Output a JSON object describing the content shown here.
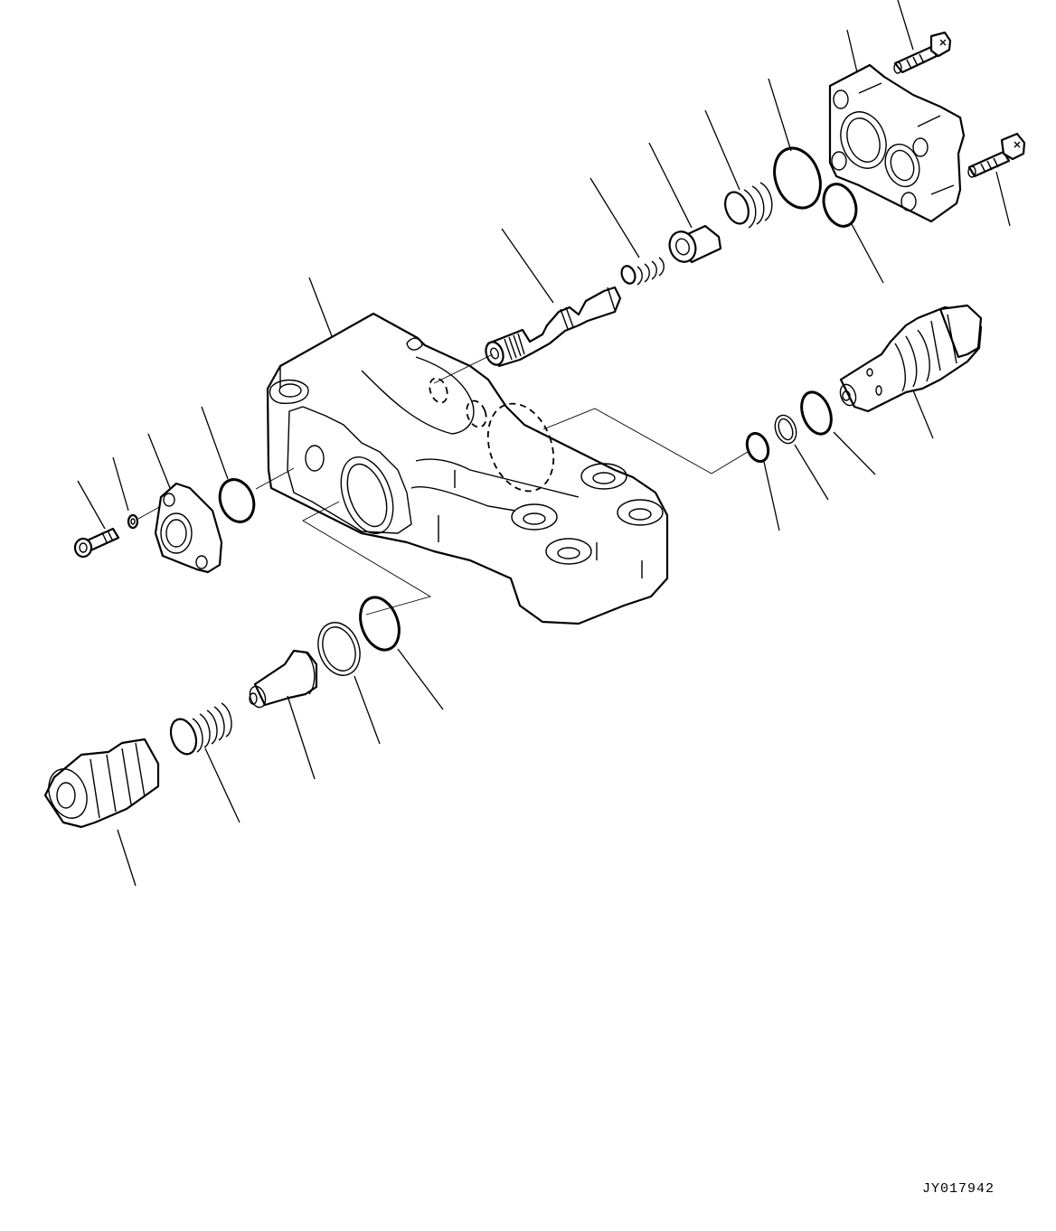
{
  "diagram": {
    "type": "exploded-parts-view",
    "subject": "valve body assembly",
    "drawing_id": "JY017942",
    "colors": {
      "line": "#000000",
      "background": "#ffffff"
    },
    "parts": [
      {
        "name": "valve-body",
        "leader_count": 1
      },
      {
        "name": "spool",
        "leader_count": 1
      },
      {
        "name": "spool-spring-small",
        "leader_count": 1
      },
      {
        "name": "retainer-seat",
        "leader_count": 1
      },
      {
        "name": "spool-spring-large",
        "leader_count": 1
      },
      {
        "name": "o-ring-cover-outer",
        "leader_count": 1
      },
      {
        "name": "o-ring-cover-inner",
        "leader_count": 1
      },
      {
        "name": "end-cover",
        "leader_count": 1
      },
      {
        "name": "cover-bolt-upper",
        "leader_count": 1
      },
      {
        "name": "cover-bolt-lower",
        "leader_count": 1
      },
      {
        "name": "solenoid-valve",
        "leader_count": 1
      },
      {
        "name": "o-ring-solenoid-large",
        "leader_count": 1
      },
      {
        "name": "backup-ring-solenoid",
        "leader_count": 1
      },
      {
        "name": "o-ring-solenoid-small",
        "leader_count": 1
      },
      {
        "name": "flange-bolt",
        "leader_count": 1
      },
      {
        "name": "washer",
        "leader_count": 1
      },
      {
        "name": "flange",
        "leader_count": 1
      },
      {
        "name": "o-ring-flange",
        "leader_count": 1
      },
      {
        "name": "o-ring-plug",
        "leader_count": 1
      },
      {
        "name": "backup-ring-plug",
        "leader_count": 1
      },
      {
        "name": "poppet",
        "leader_count": 1
      },
      {
        "name": "poppet-spring",
        "leader_count": 1
      },
      {
        "name": "plug",
        "leader_count": 1
      }
    ]
  }
}
